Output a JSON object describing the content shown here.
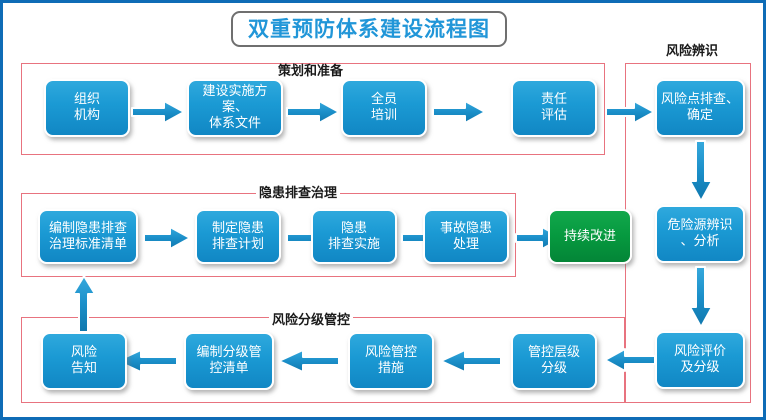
{
  "page": {
    "title": "双重预防体系建设流程图",
    "border_color": "#0f6cb6",
    "title_color": "#2196d8",
    "section_border_color": "#e8737f",
    "node_color": "#1b9ad4",
    "node_green_color": "#06993f",
    "arrow_color": "#1b86c4"
  },
  "sections": [
    {
      "id": "planning",
      "label": "策划和准备"
    },
    {
      "id": "hazard",
      "label": "隐患排查治理"
    },
    {
      "id": "grading",
      "label": "风险分级管控"
    },
    {
      "id": "identification",
      "label": "风险辨识"
    }
  ],
  "nodes": {
    "planning": [
      {
        "id": "n1",
        "lines": [
          "组织",
          "机构"
        ]
      },
      {
        "id": "n2",
        "lines": [
          "建设实施方案、",
          "体系文件"
        ]
      },
      {
        "id": "n3",
        "lines": [
          "全员",
          "培训"
        ]
      },
      {
        "id": "n4",
        "lines": [
          "责任",
          "评估"
        ]
      }
    ],
    "identification": [
      {
        "id": "r1",
        "lines": [
          "风险点排查、",
          "确定"
        ]
      },
      {
        "id": "r2",
        "lines": [
          "危险源辨识",
          "、分析"
        ]
      },
      {
        "id": "r3",
        "lines": [
          "风险评价",
          "及分级"
        ]
      }
    ],
    "grading": [
      {
        "id": "g1",
        "lines": [
          "管控层级",
          "分级"
        ]
      },
      {
        "id": "g2",
        "lines": [
          "风险管控",
          "措施"
        ]
      },
      {
        "id": "g3",
        "lines": [
          "编制分级管",
          "控清单"
        ]
      },
      {
        "id": "g4",
        "lines": [
          "风险",
          "告知"
        ]
      }
    ],
    "hazard": [
      {
        "id": "h1",
        "lines": [
          "编制隐患排查",
          "治理标准清单"
        ]
      },
      {
        "id": "h2",
        "lines": [
          "制定隐患",
          "排查计划"
        ]
      },
      {
        "id": "h3",
        "lines": [
          "隐患",
          "排查实施"
        ]
      },
      {
        "id": "h4",
        "lines": [
          "事故隐患",
          "处理"
        ]
      }
    ],
    "outcome": [
      {
        "id": "o1",
        "lines": [
          "持续改进"
        ]
      }
    ]
  }
}
